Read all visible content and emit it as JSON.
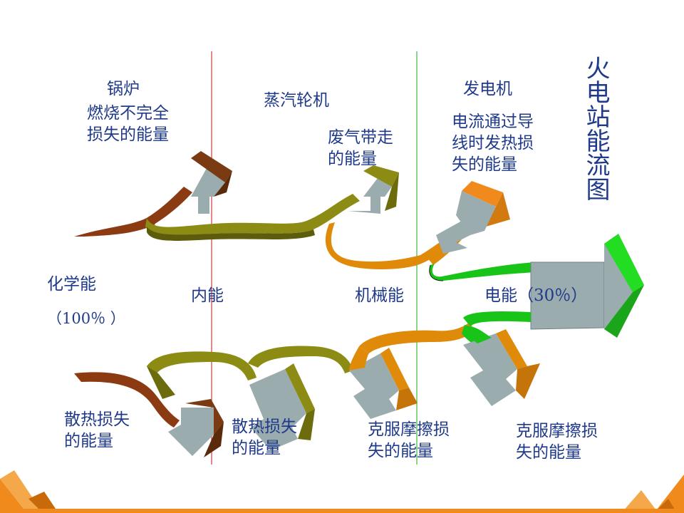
{
  "title": "火电站能流图",
  "stages": {
    "chemical": "化学能",
    "chemical_percent": "（100％ ）",
    "internal": "内能",
    "mechanical": "机械能",
    "electrical": "电能（30％）"
  },
  "machines": {
    "boiler": "锅炉",
    "turbine": "蒸汽轮机",
    "generator": "发电机"
  },
  "losses": {
    "boiler_incomplete": [
      "燃烧不完全",
      "损失的能量"
    ],
    "exhaust": [
      "废气带走",
      "的能量"
    ],
    "wire_heat": [
      "电流通过导",
      "线时发热损",
      "失的能量"
    ],
    "heat_loss_1": [
      "散热损失",
      "的能量"
    ],
    "heat_loss_2": [
      "散热损失",
      "的能量"
    ],
    "friction_1": [
      "克服摩擦损",
      "失的能量"
    ],
    "friction_2": [
      "克服摩擦损",
      "失的能量"
    ]
  },
  "colors": {
    "divider_internal": "#d63a3a",
    "divider_mechanical": "#3cb93c",
    "chemical_band": "#8b3a12",
    "internal_band": "#8c8c14",
    "mechanical_band": "#e08a0a",
    "electrical_band": "#19c419",
    "arrow_face": "#9aacae",
    "label_text": "#1f3a8a",
    "footer_orange": "#f08a1c"
  }
}
